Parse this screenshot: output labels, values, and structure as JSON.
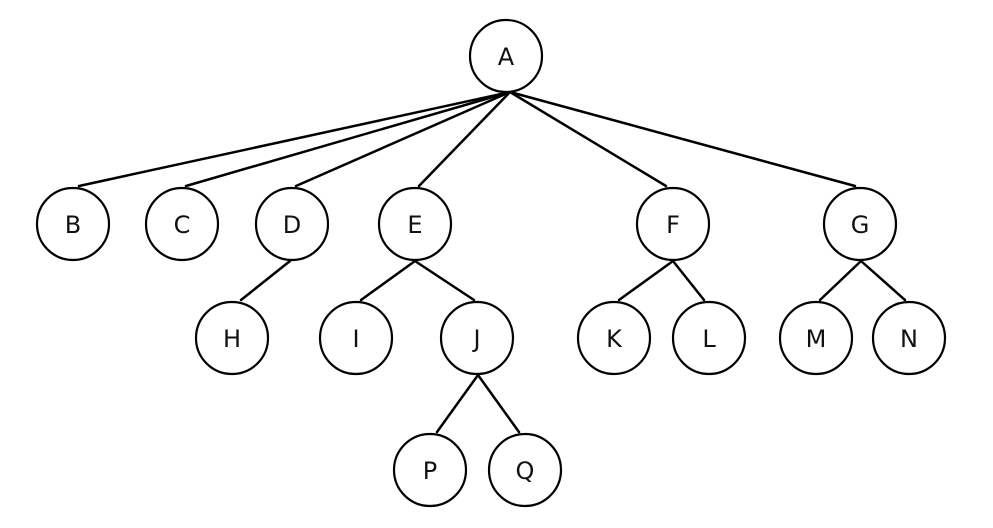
{
  "tree": {
    "root": "A",
    "nodes": [
      {
        "id": "A",
        "label": "A",
        "parent": null
      },
      {
        "id": "B",
        "label": "B",
        "parent": "A"
      },
      {
        "id": "C",
        "label": "C",
        "parent": "A"
      },
      {
        "id": "D",
        "label": "D",
        "parent": "A"
      },
      {
        "id": "E",
        "label": "E",
        "parent": "A"
      },
      {
        "id": "F",
        "label": "F",
        "parent": "A"
      },
      {
        "id": "G",
        "label": "G",
        "parent": "A"
      },
      {
        "id": "H",
        "label": "H",
        "parent": "D"
      },
      {
        "id": "I",
        "label": "I",
        "parent": "E"
      },
      {
        "id": "J",
        "label": "J",
        "parent": "E"
      },
      {
        "id": "K",
        "label": "K",
        "parent": "F"
      },
      {
        "id": "L",
        "label": "L",
        "parent": "F"
      },
      {
        "id": "M",
        "label": "M",
        "parent": "G"
      },
      {
        "id": "N",
        "label": "N",
        "parent": "G"
      },
      {
        "id": "P",
        "label": "P",
        "parent": "J"
      },
      {
        "id": "Q",
        "label": "Q",
        "parent": "J"
      }
    ]
  }
}
